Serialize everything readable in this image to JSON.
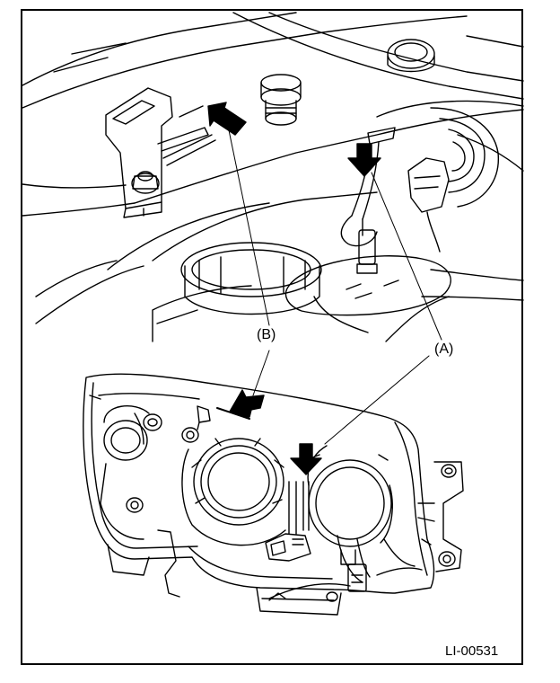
{
  "figure": {
    "callouts": {
      "a": "(A)",
      "b": "(B)"
    },
    "code": "LI-00531"
  },
  "colors": {
    "line": "#000000",
    "background": "#ffffff"
  }
}
